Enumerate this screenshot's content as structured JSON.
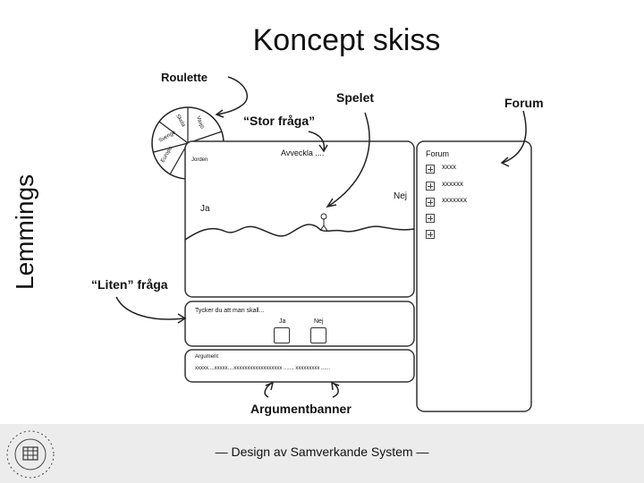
{
  "slide": {
    "title": "Koncept skiss",
    "side_title": "Lemmings",
    "footer": "— Design av Samverkande System —"
  },
  "sketch": {
    "callouts": {
      "roulette": "Roulette",
      "spelet": "Spelet",
      "forum": "Forum",
      "stor_fraga": "“Stor fråga”",
      "liten_fraga": "“Liten” fråga",
      "argumentbanner": "Argumentbanner"
    },
    "roulette_slices": [
      "Skola",
      "Vaxjö",
      "Sverige",
      "Europa",
      "Jorden"
    ],
    "game": {
      "question": "Avveckla ....",
      "yes": "Ja",
      "no": "Nej"
    },
    "forum_panel": {
      "title": "Forum",
      "items": [
        "xxxx",
        "xxxxxx",
        "xxxxxxx",
        "",
        ""
      ]
    },
    "small_question": {
      "text": "Tycker du att man skall...",
      "yes": "Ja",
      "no": "Nej"
    },
    "argument": {
      "title": "Argument",
      "text": "xxxxx....xxxxx....xxxxxxxxxxxxxxxxxx ....... xxxxxxxxx ......"
    }
  }
}
